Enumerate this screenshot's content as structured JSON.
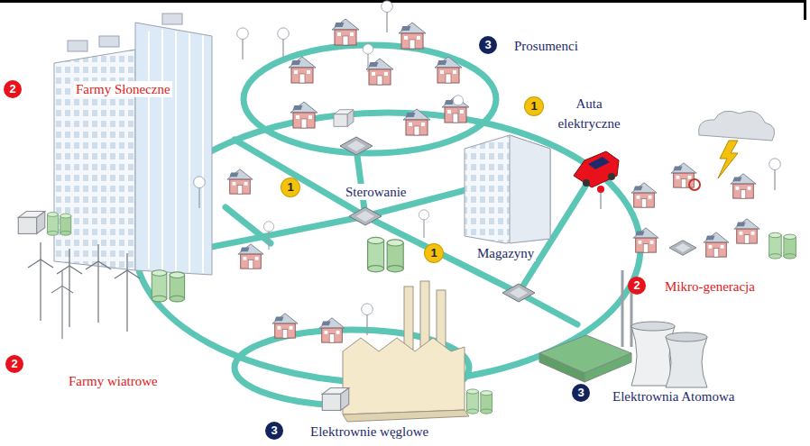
{
  "diagram": {
    "labels": [
      "2",
      "Farmy Słoneczne",
      "3",
      "Prosumenci",
      "1",
      "Auta elektryczne",
      "1",
      "Sterowanie",
      "1",
      "Magazyny",
      "2",
      "Mikro-generacja",
      "2",
      "Farmy wiatrowe",
      "3",
      "Elektrownia Atomowa",
      "3",
      "Elektrownie węglowe"
    ]
  }
}
